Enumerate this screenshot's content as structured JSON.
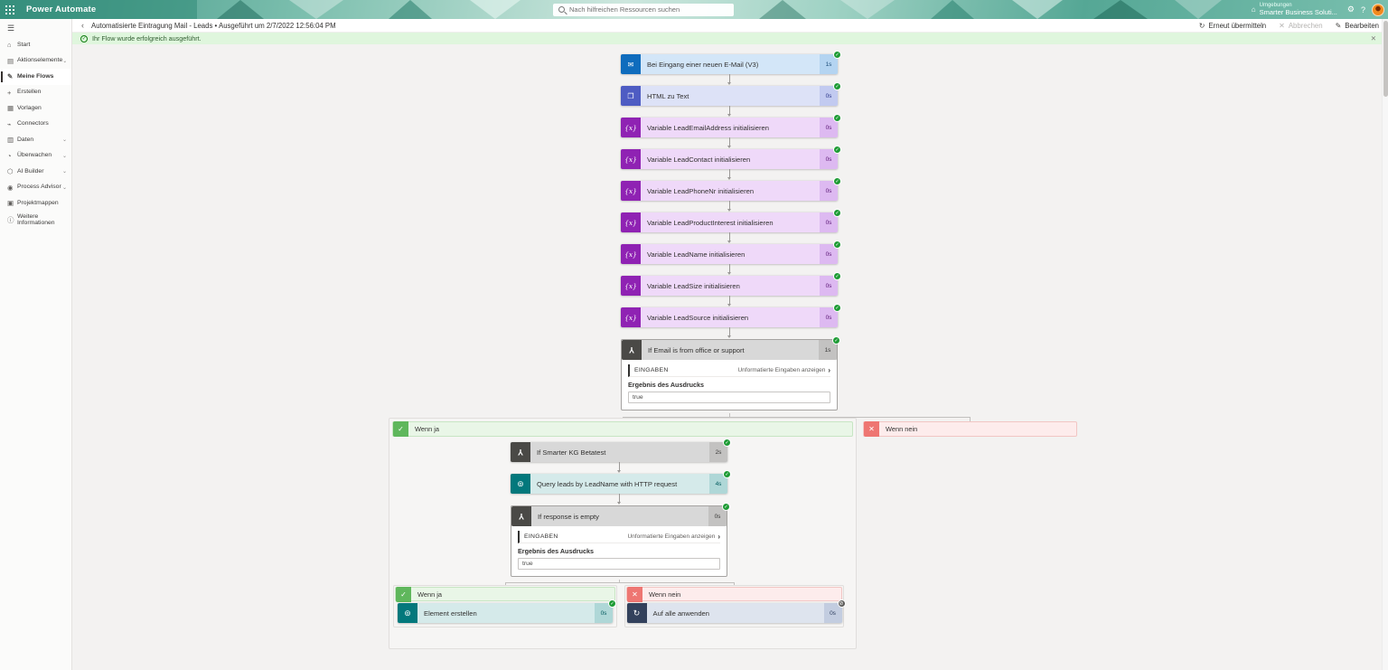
{
  "header": {
    "app_title": "Power Automate",
    "search_placeholder": "Nach hilfreichen Ressourcen suchen",
    "environment_label": "Umgebungen",
    "environment_name": "Smarter Business Soluti...",
    "settings_icon": "⚙",
    "help_icon": "?"
  },
  "toolbar": {
    "breadcrumb_flow": "Automatisierte Eintragung Mail - Leads",
    "breadcrumb_run": "Ausgeführt um 2/7/2022 12:56:04 PM",
    "resubmit_label": "Erneut übermitteln",
    "cancel_label": "Abbrechen",
    "edit_label": "Bearbeiten"
  },
  "banner": {
    "message": "Ihr Flow wurde erfolgreich ausgeführt.",
    "close_icon": "✕"
  },
  "sidebar": {
    "items": [
      {
        "label": "Start",
        "icon": "⌂"
      },
      {
        "label": "Aktionselemente",
        "icon": "▤",
        "chevron": "⌄"
      },
      {
        "label": "Meine Flows",
        "icon": "✎",
        "selected": true
      },
      {
        "label": "Erstellen",
        "icon": "+"
      },
      {
        "label": "Vorlagen",
        "icon": "▦"
      },
      {
        "label": "Connectors",
        "icon": "⌁"
      },
      {
        "label": "Daten",
        "icon": "▥",
        "chevron": "⌄"
      },
      {
        "label": "Überwachen",
        "icon": "◔",
        "chevron": "⌄"
      },
      {
        "label": "AI Builder",
        "icon": "⬡",
        "chevron": "⌄"
      },
      {
        "label": "Process Advisor",
        "icon": "◉",
        "chevron": "⌄"
      },
      {
        "label": "Projektmappen",
        "icon": "▣"
      },
      {
        "label": "Weitere Informationen",
        "icon": "ⓘ"
      }
    ]
  },
  "flow": {
    "chain": [
      {
        "label": "Bei Eingang einer neuen E-Mail (V3)",
        "duration": "1s",
        "icon": "✉"
      },
      {
        "label": "HTML zu Text",
        "duration": "0s",
        "icon": "❐"
      },
      {
        "label": "Variable LeadEmailAddress initialisieren",
        "duration": "0s",
        "icon": "{x}"
      },
      {
        "label": "Variable LeadContact initialisieren",
        "duration": "0s",
        "icon": "{x}"
      },
      {
        "label": "Variable LeadPhoneNr initialisieren",
        "duration": "0s",
        "icon": "{x}"
      },
      {
        "label": "Variable LeadProductInterest initialisieren",
        "duration": "0s",
        "icon": "{x}"
      },
      {
        "label": "Variable LeadName initialisieren",
        "duration": "0s",
        "icon": "{x}"
      },
      {
        "label": "Variable LeadSize initialisieren",
        "duration": "0s",
        "icon": "{x}"
      },
      {
        "label": "Variable LeadSource initialisieren",
        "duration": "0s",
        "icon": "{x}"
      }
    ],
    "condition_email": {
      "label": "If Email is from office or support",
      "duration": "1s",
      "inputs_label": "EINGABEN",
      "raw_link": "Unformatierte Eingaben anzeigen",
      "result_label": "Ergebnis des Ausdrucks",
      "result_value": "true"
    },
    "branch_yes_label": "Wenn ja",
    "branch_no_label": "Wenn nein",
    "yes_chain": [
      {
        "label": "If Smarter KG Betatest",
        "duration": "2s"
      },
      {
        "label": "Query leads by LeadName with HTTP request",
        "duration": "4s",
        "icon": "⊚"
      }
    ],
    "condition_response": {
      "label": "If response is empty",
      "duration": "0s",
      "inputs_label": "EINGABEN",
      "raw_link": "Unformatierte Eingaben anzeigen",
      "result_label": "Ergebnis des Ausdrucks",
      "result_value": "true"
    },
    "nested": {
      "yes_label": "Wenn ja",
      "no_label": "Wenn nein",
      "yes_node": {
        "label": "Element erstellen",
        "duration": "0s",
        "icon": "⊚"
      },
      "no_node": {
        "label": "Auf alle anwenden",
        "duration": "0s",
        "icon": "↻"
      }
    }
  },
  "colors": {
    "header_teal": "#3d9484",
    "success_green": "#1e9b35",
    "banner_bg": "#dff6dd",
    "outlook_blue": "#0f6cbd",
    "variable_purple": "#8f22b3",
    "sharepoint_teal": "#03787c",
    "condition_gray": "#4a4946",
    "loop_navy": "#33415c",
    "branch_yes_green": "#5fb75c",
    "branch_no_red": "#ee7672"
  }
}
